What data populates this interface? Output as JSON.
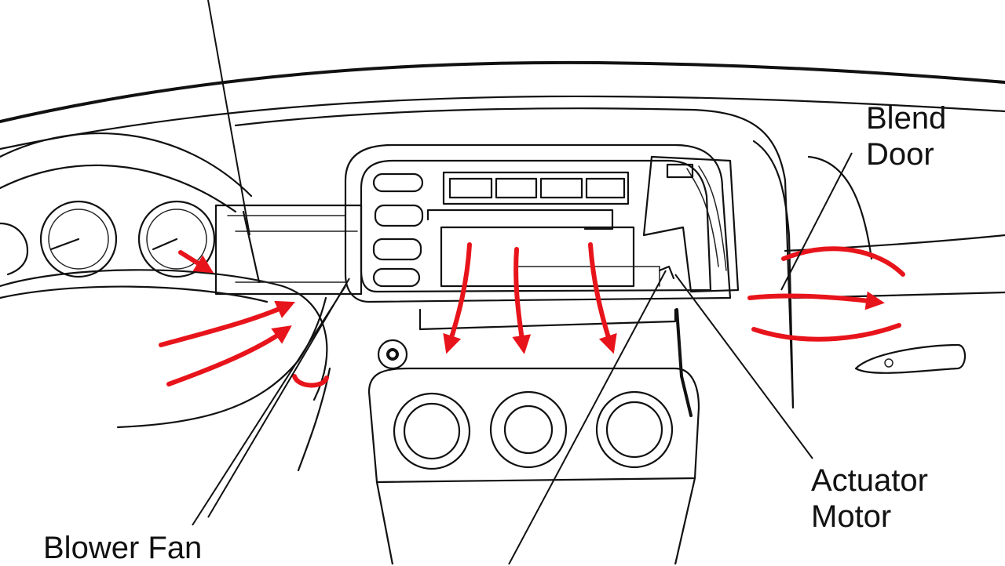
{
  "labels": {
    "blend_door": [
      "Blend",
      "Door"
    ],
    "actuator_motor": [
      "Actuator",
      "Motor"
    ],
    "blower_fan": "Blower Fan"
  },
  "colors": {
    "airflow": "#e8141b",
    "line": "#111111",
    "background": "#ffffff"
  }
}
